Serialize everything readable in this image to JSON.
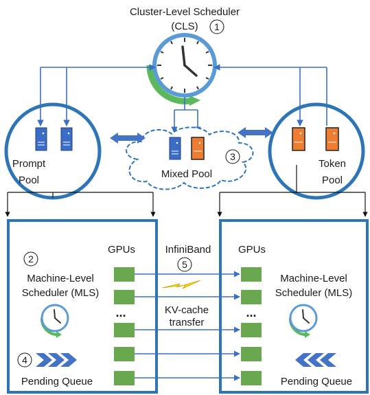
{
  "cls": {
    "title_line1": "Cluster-Level Scheduler",
    "title_line2": "(CLS)",
    "badge": "1"
  },
  "pools": {
    "prompt": {
      "line1": "Prompt",
      "line2": "Pool"
    },
    "token": {
      "line1": "Token",
      "line2": "Pool"
    },
    "mixed": {
      "label": "Mixed Pool",
      "badge": "3"
    }
  },
  "left_machine": {
    "badge": "2",
    "gpus_label": "GPUs",
    "mls_line1": "Machine-Level",
    "mls_line2": "Scheduler (MLS)",
    "ellipsis": "...",
    "queue_badge": "4",
    "queue_label": "Pending Queue"
  },
  "right_machine": {
    "gpus_label": "GPUs",
    "mls_line1": "Machine-Level",
    "mls_line2": "Scheduler (MLS)",
    "ellipsis": "...",
    "queue_label": "Pending Queue"
  },
  "interconnect": {
    "label": "InfiniBand",
    "badge": "5",
    "transfer_line1": "KV-cache",
    "transfer_line2": "transfer"
  },
  "colors": {
    "blue": "#2e75b6",
    "arrow_blue": "#3a6fc4",
    "gpu_green": "#6aa84f",
    "orange": "#ed7d31",
    "server_blue": "#3b6cc6",
    "clock_green": "#5cb85c"
  }
}
